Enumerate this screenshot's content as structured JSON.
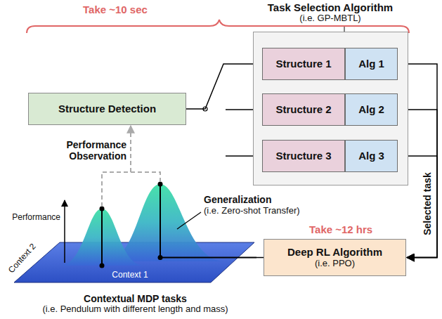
{
  "diagram": {
    "nodes": [
      {
        "text": [
          "Structure Detection"
        ]
      },
      {
        "text": [
          "Task Selection Algorithm",
          "(i.e. GP-MBTL)"
        ]
      },
      {
        "text": [
          "Structure 1"
        ],
        "in": 1
      },
      {
        "text": [
          "Alg 1"
        ],
        "in": 1
      },
      {
        "text": [
          "Structure 2"
        ],
        "in": 1
      },
      {
        "text": [
          "Alg 2"
        ],
        "in": 1
      },
      {
        "text": [
          "Structure 3"
        ],
        "in": 1
      },
      {
        "text": [
          "Alg 3"
        ],
        "in": 1
      },
      {
        "text": [
          "Deep RL Algorithm",
          "(i.e. PPO)"
        ]
      },
      {
        "text": [
          "Contextual MDP tasks",
          "(i.e. Pendulum with different length and mass)"
        ]
      }
    ],
    "edges": [
      {
        "from": 0,
        "to": 2,
        "arrow": "none"
      },
      {
        "from": 3,
        "to": 8,
        "arrow": "to"
      },
      {
        "from": 5,
        "to": 8,
        "arrow": "to"
      },
      {
        "from": 7,
        "to": 8,
        "arrow": "to"
      },
      {
        "from": 8,
        "to": 9,
        "arrow": "none"
      },
      {
        "from": 9,
        "to": 0,
        "arrow": "to",
        "label": "Performance Observation"
      }
    ],
    "labels": [
      "Take ~10 sec",
      "Generalization",
      "(i.e. Zero-shot Transfer)",
      "Take ~12 hrs",
      "Selected task",
      "Performance",
      "Context 2",
      "Context 1"
    ]
  }
}
